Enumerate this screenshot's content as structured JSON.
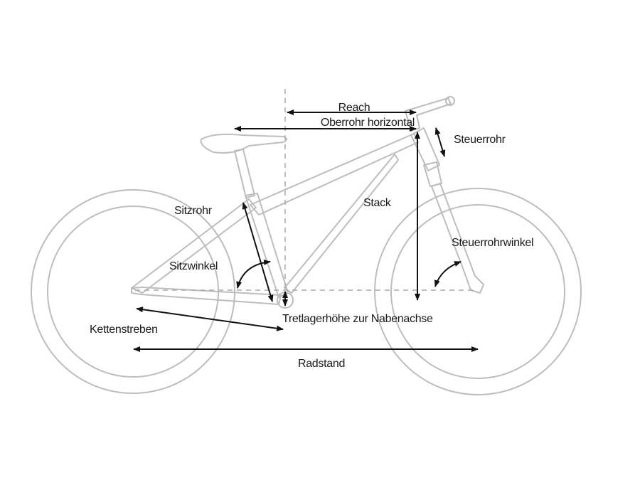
{
  "labels": {
    "reach": "Reach",
    "top_tube_horizontal": "Oberrohr horizontal",
    "head_tube": "Steuerrohr",
    "stack": "Stack",
    "seat_tube": "Sitzrohr",
    "head_tube_angle": "Steuerrohrwinkel",
    "seat_angle": "Sitzwinkel",
    "bb_height": "Tretlagerhöhe zur Nabenachse",
    "chainstays": "Kettenstreben",
    "wheelbase": "Radstand"
  },
  "colors": {
    "frame": "#bdbdbd",
    "dimension": "#111111"
  }
}
